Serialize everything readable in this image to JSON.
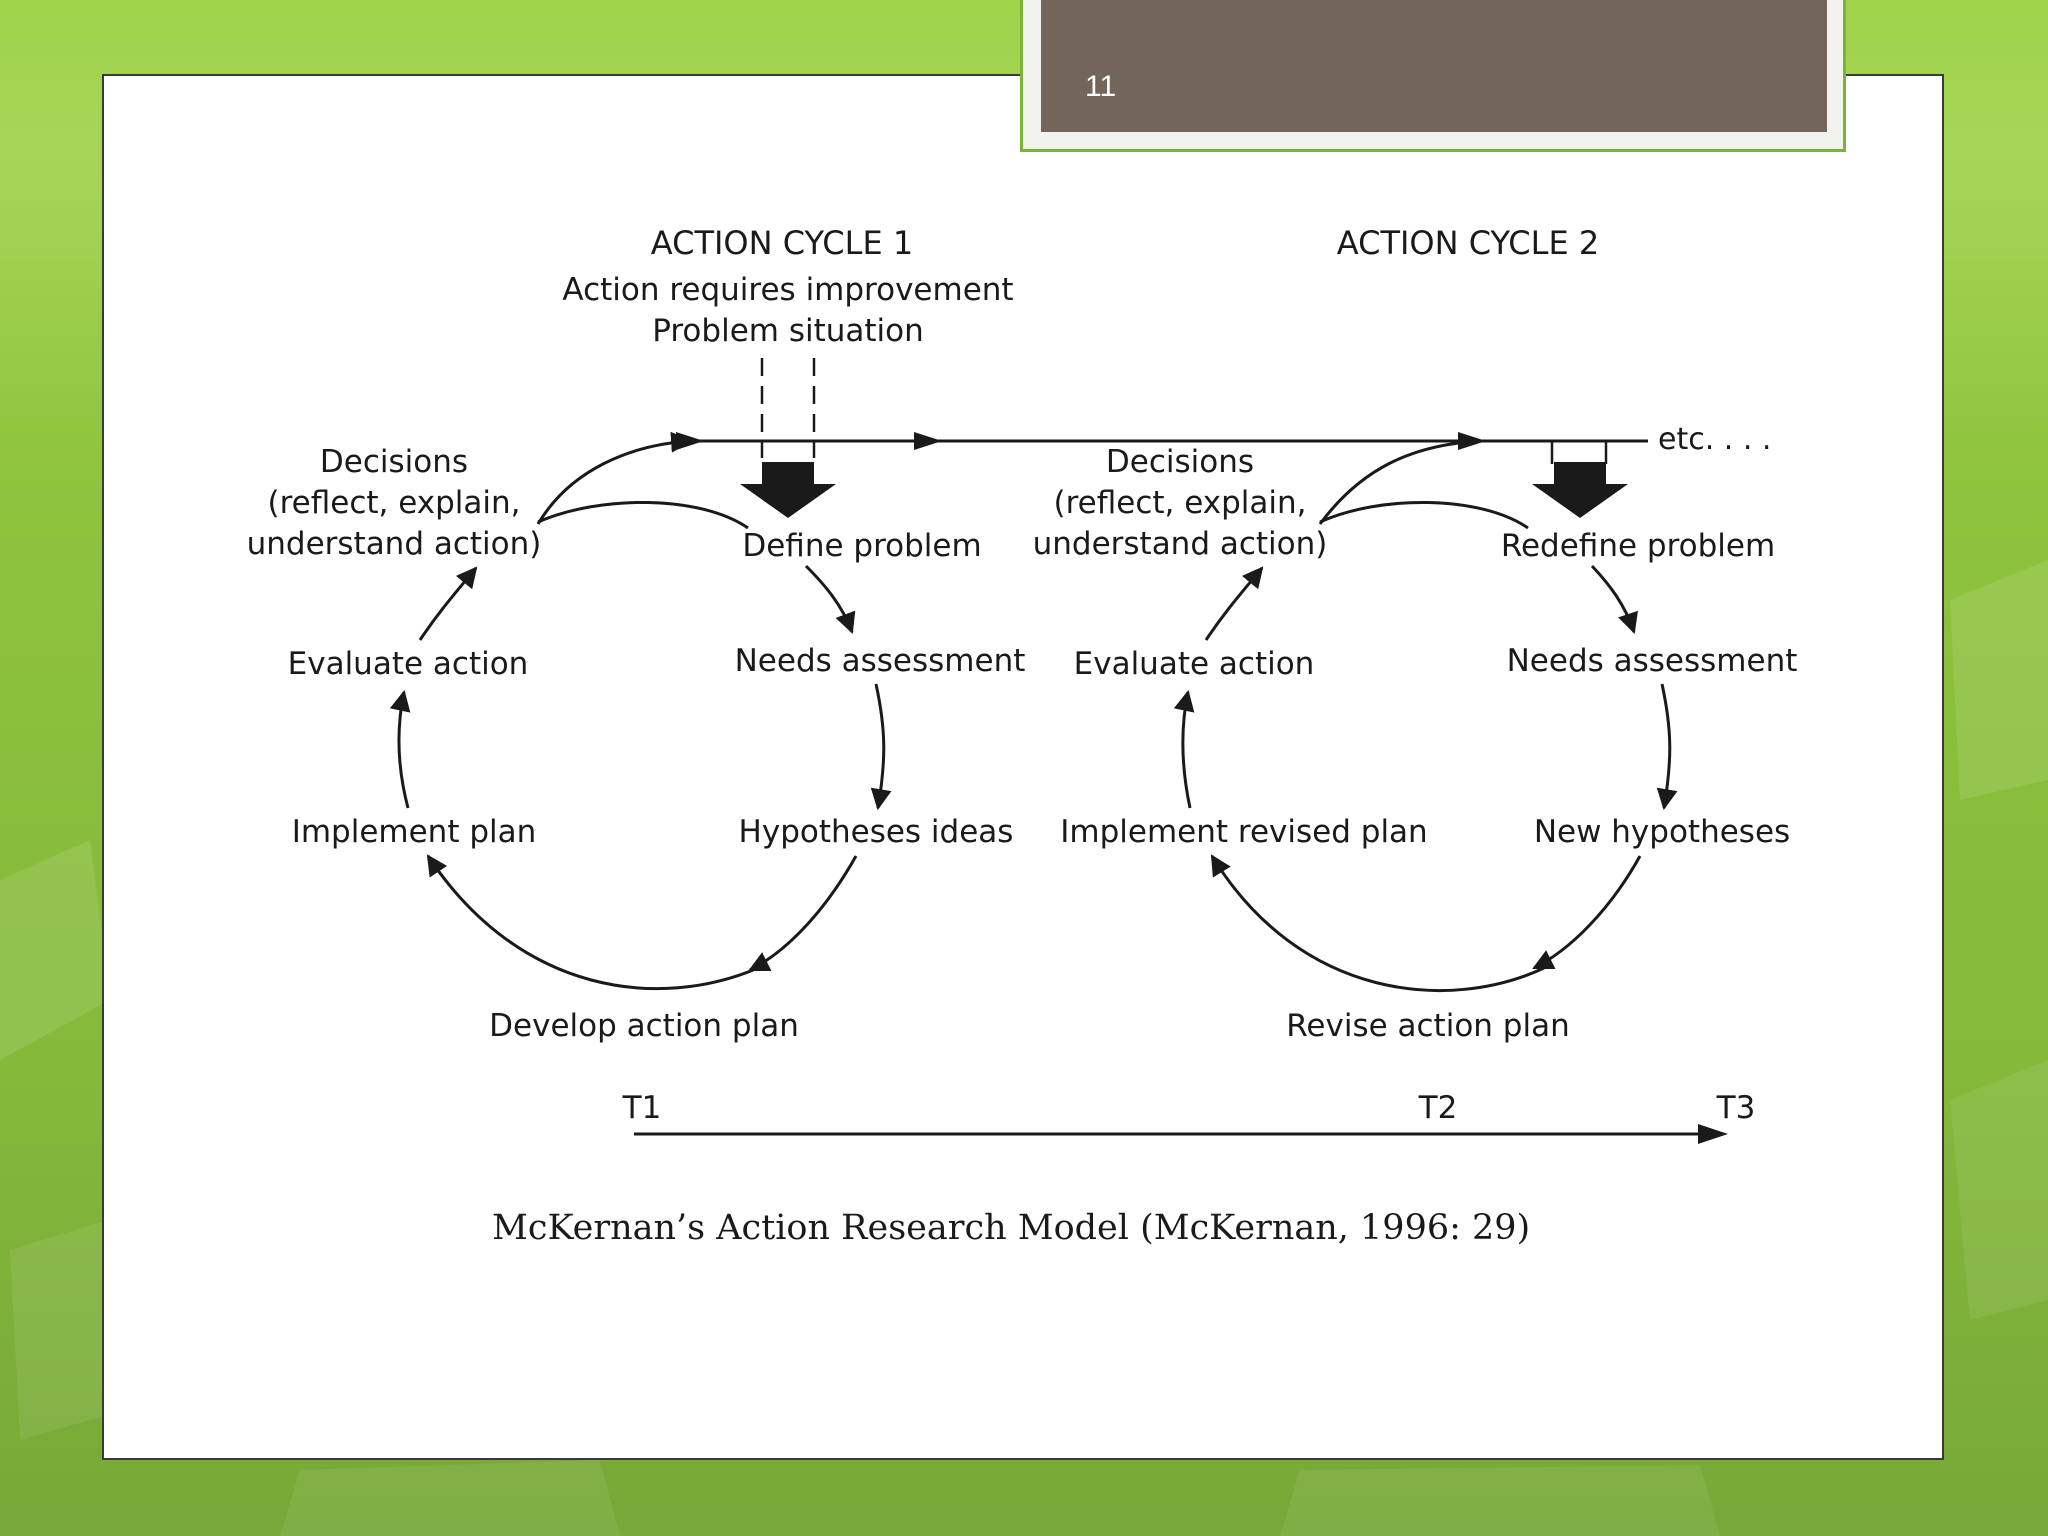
{
  "slide": {
    "number": "11"
  },
  "diagram": {
    "cycle1": {
      "title": "ACTION CYCLE 1",
      "trigger_line1": "Action requires improvement",
      "trigger_line2": "Problem situation",
      "decisions_line1": "Decisions",
      "decisions_line2": "(reflect, explain,",
      "decisions_line3": "understand action)",
      "define_problem": "Define problem",
      "needs_assessment": "Needs assessment",
      "hypotheses": "Hypotheses ideas",
      "develop_plan": "Develop action plan",
      "implement_plan": "Implement plan",
      "evaluate_action": "Evaluate action"
    },
    "cycle2": {
      "title": "ACTION CYCLE 2",
      "decisions_line1": "Decisions",
      "decisions_line2": "(reflect, explain,",
      "decisions_line3": "understand action)",
      "define_problem": "Redefine problem",
      "needs_assessment": "Needs assessment",
      "hypotheses": "New hypotheses",
      "develop_plan": "Revise action plan",
      "implement_plan": "Implement revised plan",
      "evaluate_action": "Evaluate action"
    },
    "etc": "etc. . . .",
    "timeline": {
      "t1": "T1",
      "t2": "T2",
      "t3": "T3"
    },
    "caption": "McKernan’s Action Research Model (McKernan, 1996: 29)"
  }
}
